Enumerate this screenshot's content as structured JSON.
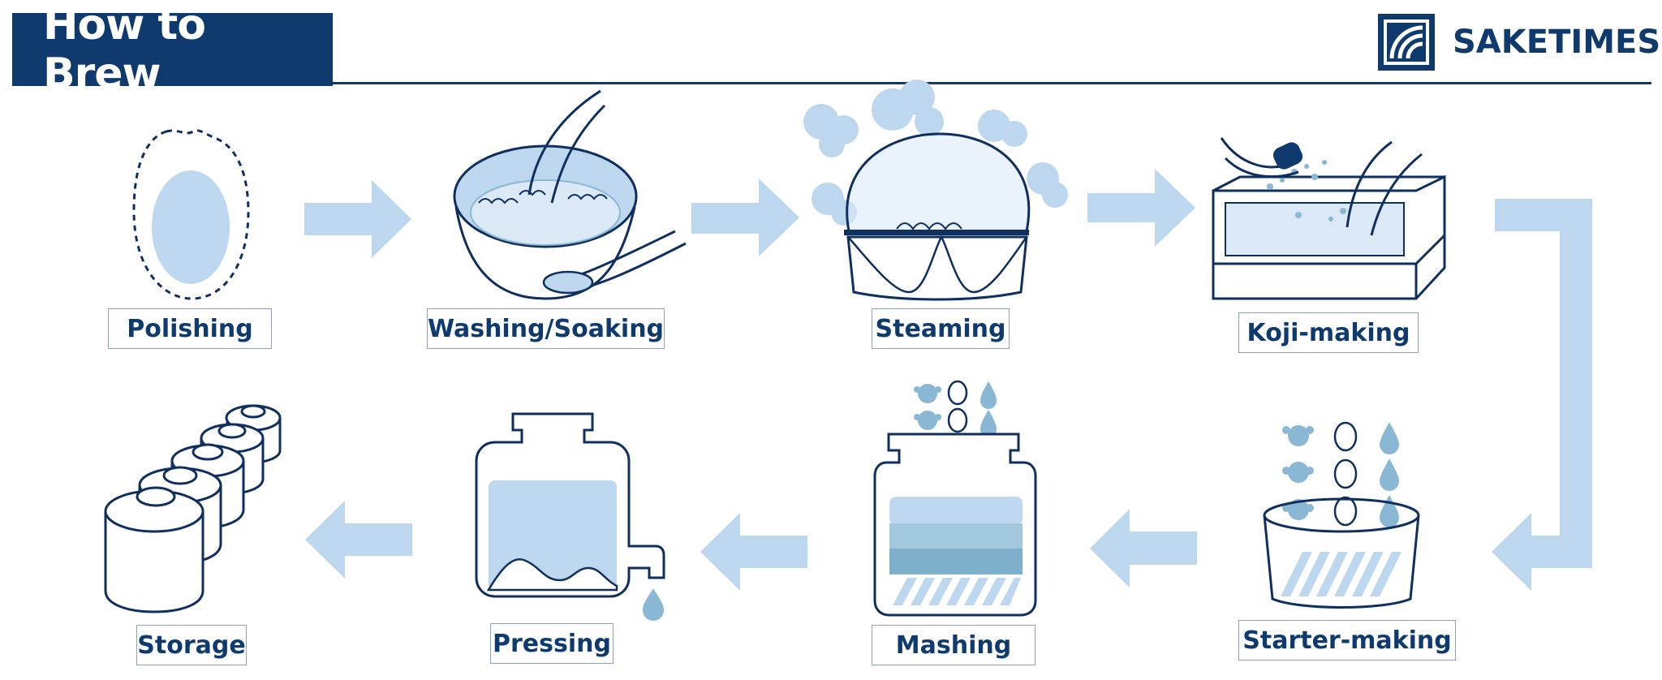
{
  "header": {
    "title": "How to Brew"
  },
  "brand": {
    "name": "SAKETIMES",
    "icon": "saketimes-logo-icon"
  },
  "steps": [
    {
      "label": "Polishing",
      "icon": "rice-grain-icon"
    },
    {
      "label": "Washing/Soaking",
      "icon": "washing-bowl-icon"
    },
    {
      "label": "Steaming",
      "icon": "steaming-pot-icon"
    },
    {
      "label": "Koji-making",
      "icon": "koji-tray-icon"
    },
    {
      "label": "Starter-making",
      "icon": "starter-tub-icon"
    },
    {
      "label": "Mashing",
      "icon": "mashing-tank-icon"
    },
    {
      "label": "Pressing",
      "icon": "pressing-tank-icon"
    },
    {
      "label": "Storage",
      "icon": "storage-tanks-icon"
    }
  ],
  "colors": {
    "navy": "#0f3a6e",
    "light_blue": "#bcd7ee",
    "mid_blue": "#8ab8d4",
    "line": "#0f2f5e"
  }
}
